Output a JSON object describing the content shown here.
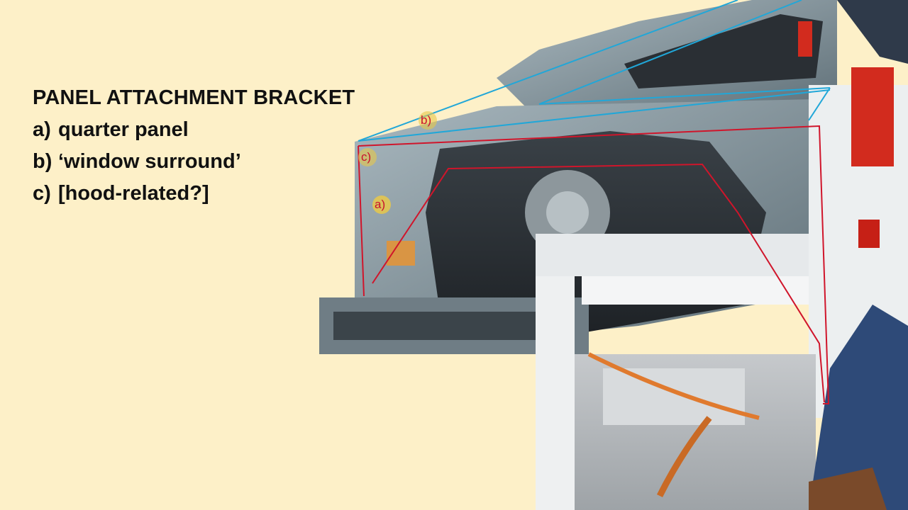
{
  "slide": {
    "title": "PANEL ATTACHMENT  BRACKET",
    "items": [
      {
        "letter": "a)",
        "text": "quarter panel"
      },
      {
        "letter": "b)",
        "text": "‘window surround’"
      },
      {
        "letter": "c)",
        "text": "[hood-related?]"
      }
    ]
  },
  "callouts": {
    "a": "a)",
    "b": "b)",
    "c": "c)"
  },
  "colors": {
    "background": "#fdf0c8",
    "annotation_red": "#d0152b",
    "annotation_blue": "#21a7d8",
    "callout_fill": "#e8c84a"
  }
}
